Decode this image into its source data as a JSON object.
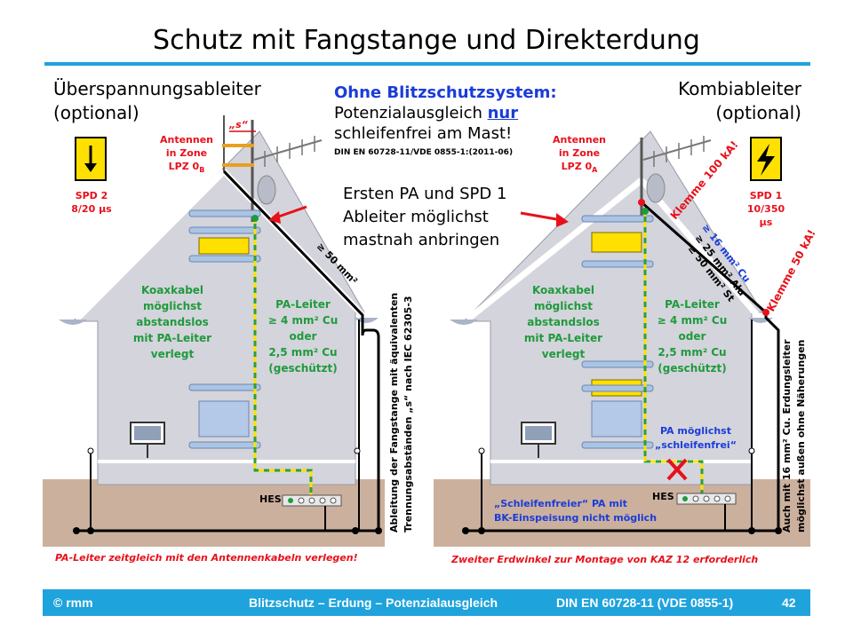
{
  "title": "Schutz mit Fangstange und Direkterdung",
  "left": {
    "heading_1": "Überspannungsableiter",
    "heading_2": "(optional)",
    "spd_1": "SPD 2",
    "spd_2": "8/20 µs",
    "antenna_1": "Antennen",
    "antenna_2": "in Zone",
    "antenna_3": "LPZ 0",
    "antenna_sub": "B",
    "s_label": "„s“",
    "coax_1": "Koaxkabel",
    "coax_2": "möglichst",
    "coax_3": "abstandslos",
    "coax_4": "mit PA-Leiter",
    "coax_5": "verlegt",
    "pa_1": "PA-Leiter",
    "pa_2": "≥ 4 mm² Cu",
    "pa_3": "oder",
    "pa_4": "2,5 mm² Cu",
    "pa_5": "(geschützt)",
    "roof_label": "≥ 50 mm²",
    "hes": "HES",
    "vertical_1": "Ableitung der Fangstange mit äquivalenten",
    "vertical_2": "Trennungsabständen „s“ nach IEC 62305-3",
    "bottom_note": "PA-Leiter zeitgleich mit den Antennenkabeln verlegen!"
  },
  "center": {
    "heading": "Ohne Blitzschutzsystem:",
    "line1_a": "Potenzialausgleich ",
    "line1_b": "nur",
    "line2": "schleifenfrei am Mast!",
    "norm": "DIN EN 60728-11/VDE 0855-1:(2011-06)",
    "advice_1": "Ersten PA und SPD 1",
    "advice_2": "Ableiter möglichst",
    "advice_3": "mastnah anbringen"
  },
  "right": {
    "heading_1": "Kombiableiter",
    "heading_2": "(optional)",
    "spd_1": "SPD 1",
    "spd_2": "10/350 µs",
    "antenna_1": "Antennen",
    "antenna_2": "in Zone",
    "antenna_3": "LPZ 0",
    "antenna_sub": "A",
    "clamp_100": "Klemme 100 kA!",
    "clamp_50": "Klemme 50 kA!",
    "cu_16": "≥ 16 mm² Cu",
    "alu_25": "≥ 25 mm² Alu",
    "st_50": "≥ 50 mm² St",
    "coax_1": "Koaxkabel",
    "coax_2": "möglichst",
    "coax_3": "abstandslos",
    "coax_4": "mit PA-Leiter",
    "coax_5": "verlegt",
    "pa_1": "PA-Leiter",
    "pa_2": "≥ 4 mm² Cu",
    "pa_3": "oder",
    "pa_4": "2,5 mm² Cu",
    "pa_5": "(geschützt)",
    "pa_loop_1": "PA möglichst",
    "pa_loop_2": "„schleifenfrei“",
    "hes": "HES",
    "loop_note_1": "„Schleifenfreier“ PA mit",
    "loop_note_2": "BK-Einspeisung nicht möglich",
    "vertical_1": "Auch mit 16 mm² Cu. Erdungsleiter",
    "vertical_2": "möglichst außen ohne Näherungen",
    "bottom_note": "Zweiter Erdwinkel zur Montage von KAZ 12 erforderlich"
  },
  "footer": {
    "left": "© rmm",
    "center": "Blitzschutz – Erdung – Potenzialausgleich",
    "norm": "DIN EN 60728-11 (VDE 0855-1)",
    "page": "42"
  },
  "colors": {
    "accent": "#1fa3dc",
    "house": "#d4d4dc",
    "ground": "#cbb09e",
    "red": "#e8101a",
    "green": "#1f9a3c",
    "blue": "#1a3cd8",
    "spd_yellow": "#ffe000"
  }
}
